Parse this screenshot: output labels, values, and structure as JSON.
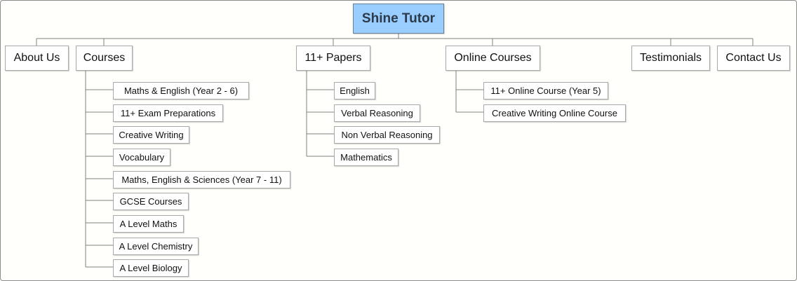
{
  "colors": {
    "root_fill": "#99ccff",
    "box_fill": "#ffffff",
    "canvas_fill": "#fffffb",
    "line": "#7f7f7f"
  },
  "root": {
    "label": "Shine Tutor"
  },
  "branches": [
    {
      "label": "About Us",
      "children": []
    },
    {
      "label": "Courses",
      "children": [
        "Maths & English (Year 2 - 6)",
        "11+ Exam Preparations",
        "Creative Writing",
        "Vocabulary",
        "Maths, English & Sciences (Year 7 - 11)",
        "GCSE Courses",
        "A Level Maths",
        "A Level Chemistry",
        "A Level Biology"
      ]
    },
    {
      "label": "11+ Papers",
      "children": [
        "English",
        "Verbal Reasoning",
        "Non Verbal Reasoning",
        "Mathematics"
      ]
    },
    {
      "label": "Online Courses",
      "children": [
        "11+ Online Course (Year 5)",
        "Creative Writing Online Course"
      ]
    },
    {
      "label": "Testimonials",
      "children": []
    },
    {
      "label": "Contact Us",
      "children": []
    }
  ]
}
